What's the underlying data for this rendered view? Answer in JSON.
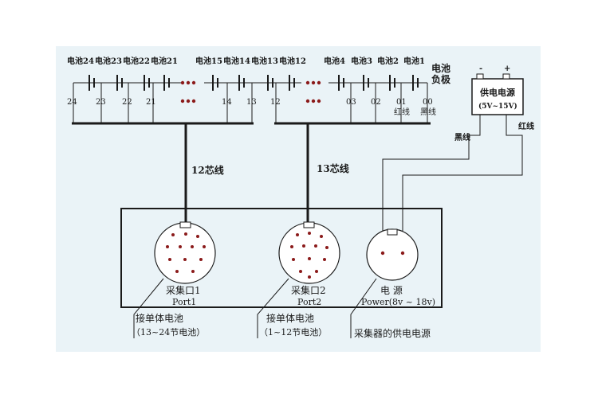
{
  "colors": {
    "background": "#eaf3f7",
    "line": "#1a1a1a",
    "pin": "#8b1a1a"
  },
  "batteries": {
    "group_left": [
      {
        "name": "电池24",
        "num": "24"
      },
      {
        "name": "电池23",
        "num": "23"
      },
      {
        "name": "电池22",
        "num": "22"
      },
      {
        "name": "电池21",
        "num": "21"
      },
      {
        "name": "电池15",
        "num": "14"
      },
      {
        "name": "电池14",
        "num": "13"
      }
    ],
    "group_right": [
      {
        "name": "电池13",
        "num": "12"
      },
      {
        "name": "电池12",
        "num": ""
      },
      {
        "name": "电池4",
        "num": "03"
      },
      {
        "name": "电池3",
        "num": "02"
      },
      {
        "name": "电池2",
        "num": "01"
      },
      {
        "name": "电池1",
        "num": "00"
      }
    ],
    "negative_label_1": "电池",
    "negative_label_2": "负极",
    "red_wire_under_01": "红线",
    "black_wire_under_00": "黑线"
  },
  "supply": {
    "title": "供电电源",
    "range": "(5V~15V)",
    "minus": "-",
    "plus": "+",
    "black_wire": "黑线",
    "red_wire": "红线"
  },
  "cables": {
    "left": "12芯线",
    "right": "13芯线"
  },
  "ports": [
    {
      "cn": "采集口1",
      "en": "Port1",
      "note1": "接单体电池",
      "note2": "（13~24节电池）"
    },
    {
      "cn": "采集口2",
      "en": "Port2",
      "note1": "接单体电池",
      "note2": "（1~12节电池）"
    }
  ],
  "power_port": {
    "cn": "电  源",
    "en": "Power(8v ~ 18v)",
    "note": "采集器的供电电源"
  }
}
